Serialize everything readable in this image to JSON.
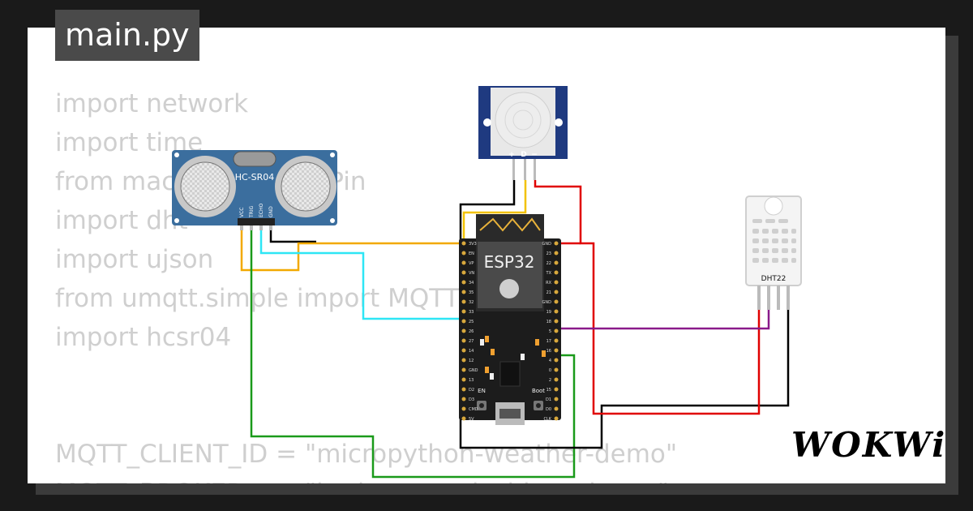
{
  "tab": {
    "title": "main.py"
  },
  "code": {
    "lines": [
      "import network",
      "import time",
      "from machine import Pin",
      "import dht",
      "import ujson",
      "from umqtt.simple import MQTTClient",
      "import hcsr04"
    ],
    "config_lines": [
      "MQTT_CLIENT_ID = \"micropython-weather-demo\"",
      "MQTT_BROKER    = \"broker.mqttdashboard.com\""
    ]
  },
  "parts": {
    "ultrasonic": {
      "label": "HC-SR04",
      "pins": [
        "VCC",
        "TRIG",
        "ECHO",
        "GND"
      ]
    },
    "pir": {
      "pins": [
        "+",
        "D",
        "−"
      ]
    },
    "esp32": {
      "label": "ESP32",
      "left_pins": [
        "3V3",
        "EN",
        "VP",
        "VN",
        "34",
        "35",
        "32",
        "33",
        "25",
        "26",
        "27",
        "14",
        "12",
        "GND",
        "13",
        "D2",
        "D3",
        "CMD",
        "5V"
      ],
      "right_pins": [
        "GND",
        "23",
        "22",
        "TX",
        "RX",
        "21",
        "GND",
        "19",
        "18",
        "5",
        "17",
        "16",
        "4",
        "0",
        "2",
        "15",
        "D1",
        "D0",
        "CLK"
      ],
      "boot_label": "Boot",
      "en_label": "EN"
    },
    "dht": {
      "label": "DHT22"
    }
  },
  "brand": {
    "logo": "WOKWi"
  },
  "colors": {
    "background": "#1a1a1a",
    "card": "#ffffff",
    "code": "#cfcfcf",
    "tab_bg": "#4a4a4a",
    "wire_orange": "#f2a900",
    "wire_cyan": "#2ee6f5",
    "wire_green": "#1a9a1a",
    "wire_red": "#e00000",
    "wire_black": "#000000",
    "wire_purple": "#8a1a8a",
    "board": "#1c1c1c",
    "sensor_blue": "#3b6e9e",
    "pir_blue": "#1f3a80"
  }
}
